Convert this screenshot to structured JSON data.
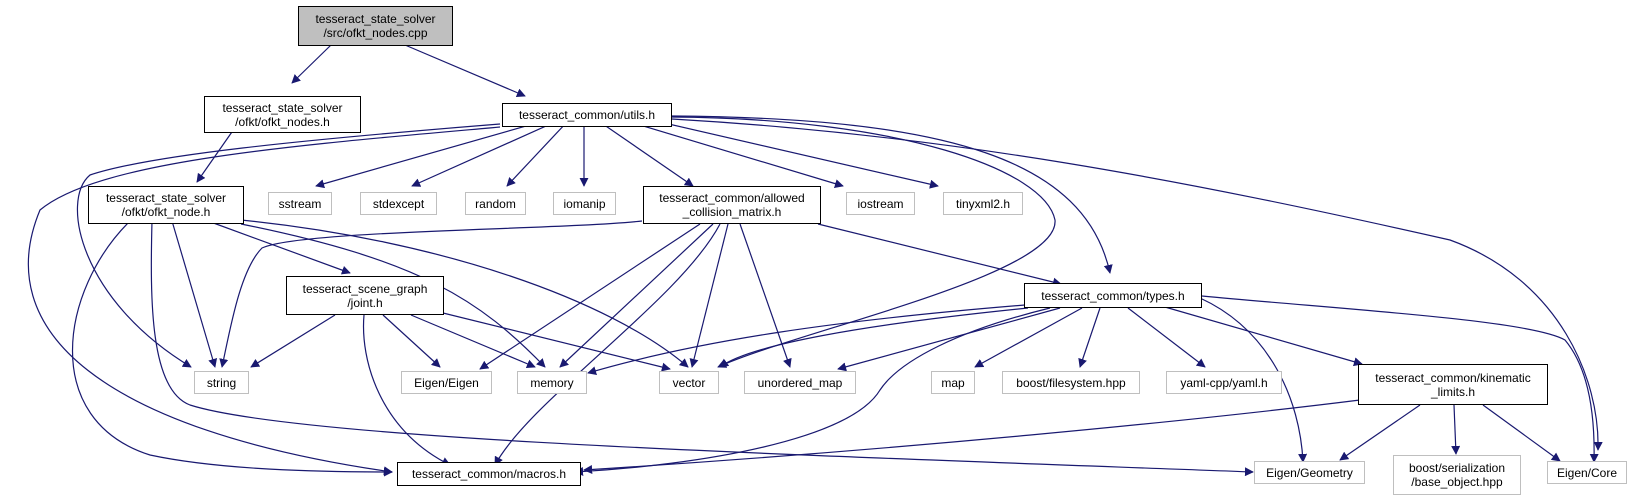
{
  "colors": {
    "edge": "#191970",
    "internal_border": "#000000",
    "external_border": "#bfbfbf",
    "focus_fill": "#bfbfbf"
  },
  "nodes": {
    "ofkt_nodes_cpp": "tesseract_state_solver\n/src/ofkt_nodes.cpp",
    "ofkt_nodes_h": "tesseract_state_solver\n/ofkt/ofkt_nodes.h",
    "utils_h": "tesseract_common/utils.h",
    "ofkt_node_h": "tesseract_state_solver\n/ofkt/ofkt_node.h",
    "sstream": "sstream",
    "stdexcept": "stdexcept",
    "random": "random",
    "iomanip": "iomanip",
    "allowed_collision_matrix_h": "tesseract_common/allowed\n_collision_matrix.h",
    "iostream": "iostream",
    "tinyxml2_h": "tinyxml2.h",
    "joint_h": "tesseract_scene_graph\n/joint.h",
    "types_h": "tesseract_common/types.h",
    "string": "string",
    "eigen_eigen": "Eigen/Eigen",
    "memory": "memory",
    "vector": "vector",
    "unordered_map": "unordered_map",
    "map": "map",
    "boost_filesystem": "boost/filesystem.hpp",
    "yaml_cpp": "yaml-cpp/yaml.h",
    "kinematic_limits_h": "tesseract_common/kinematic\n_limits.h",
    "macros_h": "tesseract_common/macros.h",
    "eigen_geometry": "Eigen/Geometry",
    "boost_serialization": "boost/serialization\n/base_object.hpp",
    "eigen_core": "Eigen/Core"
  }
}
